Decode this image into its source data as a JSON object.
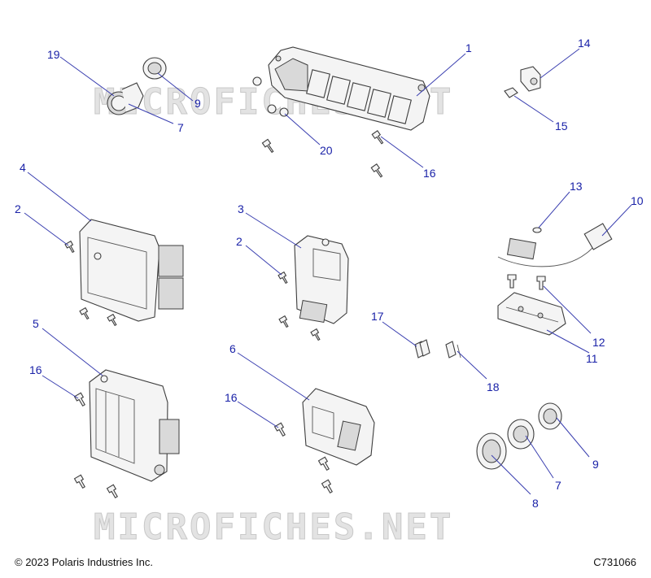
{
  "watermarks": [
    "MICROFICHES.NET",
    "MICROFICHES.NET"
  ],
  "callouts": {
    "c1": "1",
    "c2a": "2",
    "c2b": "2",
    "c3": "3",
    "c4": "4",
    "c5": "5",
    "c6": "6",
    "c7a": "7",
    "c7b": "7",
    "c8": "8",
    "c9a": "9",
    "c9b": "9",
    "c10": "10",
    "c11": "11",
    "c12": "12",
    "c13": "13",
    "c14": "14",
    "c15": "15",
    "c16a": "16",
    "c16b": "16",
    "c16c": "16",
    "c17": "17",
    "c18": "18",
    "c19": "19",
    "c20": "20"
  },
  "footer": {
    "copyright": "© 2023 Polaris Industries Inc.",
    "diagram_id": "C731066"
  },
  "colors": {
    "callout": "#1a22a8",
    "line": "#3d3d3d",
    "watermark": "#d0d0d0"
  }
}
